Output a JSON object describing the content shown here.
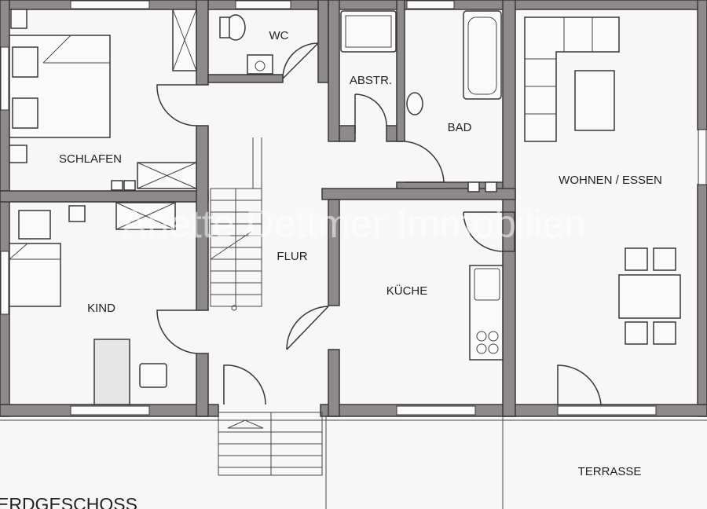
{
  "title": "Erdgeschoss floor plan",
  "watermark": "Anette Dettmer Immobilien",
  "floor_label": "ERDGESCHOSS",
  "rooms": {
    "schlafen": "SCHLAFEN",
    "wc": "WC",
    "abstr": "ABSTR.",
    "bad": "BAD",
    "wohnen": "WOHNEN / ESSEN",
    "flur": "FLUR",
    "kueche": "KÜCHE",
    "kind": "KIND",
    "terrasse": "TERRASSE"
  },
  "colors": {
    "wall": "#8e8a8c",
    "line": "#3a3638",
    "paper": "#f7f7f7"
  }
}
